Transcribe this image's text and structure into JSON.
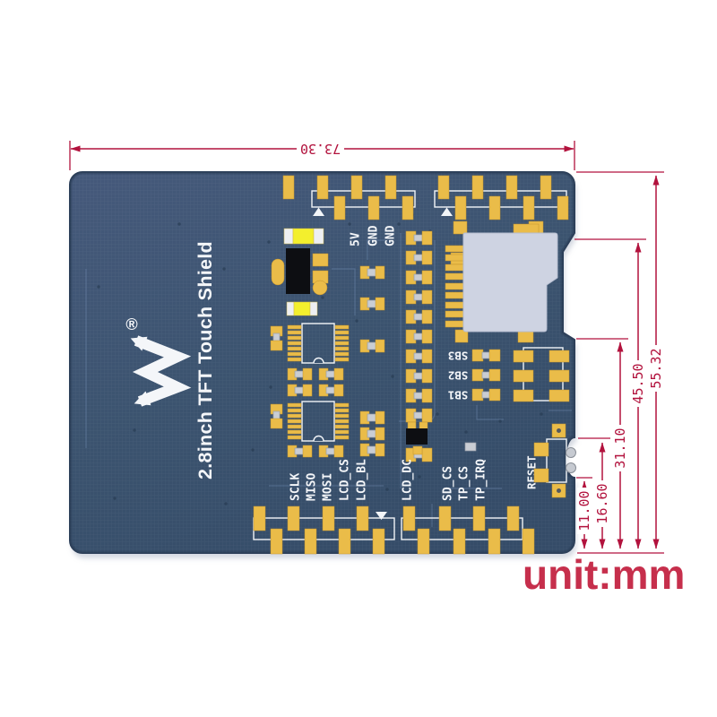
{
  "unit": {
    "label": "unit:mm"
  },
  "dimensions": {
    "width": "73.30",
    "heights": [
      "55.32",
      "45.50",
      "31.10",
      "16.60",
      "11.00"
    ]
  },
  "board": {
    "title": "2.8inch TFT Touch Shield",
    "registered_mark": "®",
    "power_pins": [
      "5V",
      "GND",
      "GND"
    ],
    "signal_pins": [
      "SCLK",
      "MISO",
      "MOSI",
      "LCD_CS",
      "LCD_BL",
      "LCD_DC",
      "SD_CS",
      "TP_CS",
      "TP_IRQ"
    ],
    "solder_jumpers": [
      "SB3",
      "SB2",
      "SB1"
    ],
    "reset_label": "RESET"
  },
  "colors": {
    "dimension_red": "#b2123d",
    "unit_text_red": "#c62f4c",
    "board_blue": "#3b536f",
    "pad_gold": "#eabc49",
    "silkscreen_white": "#f2f5f8",
    "sd_slot_gray": "#ced3e2"
  }
}
